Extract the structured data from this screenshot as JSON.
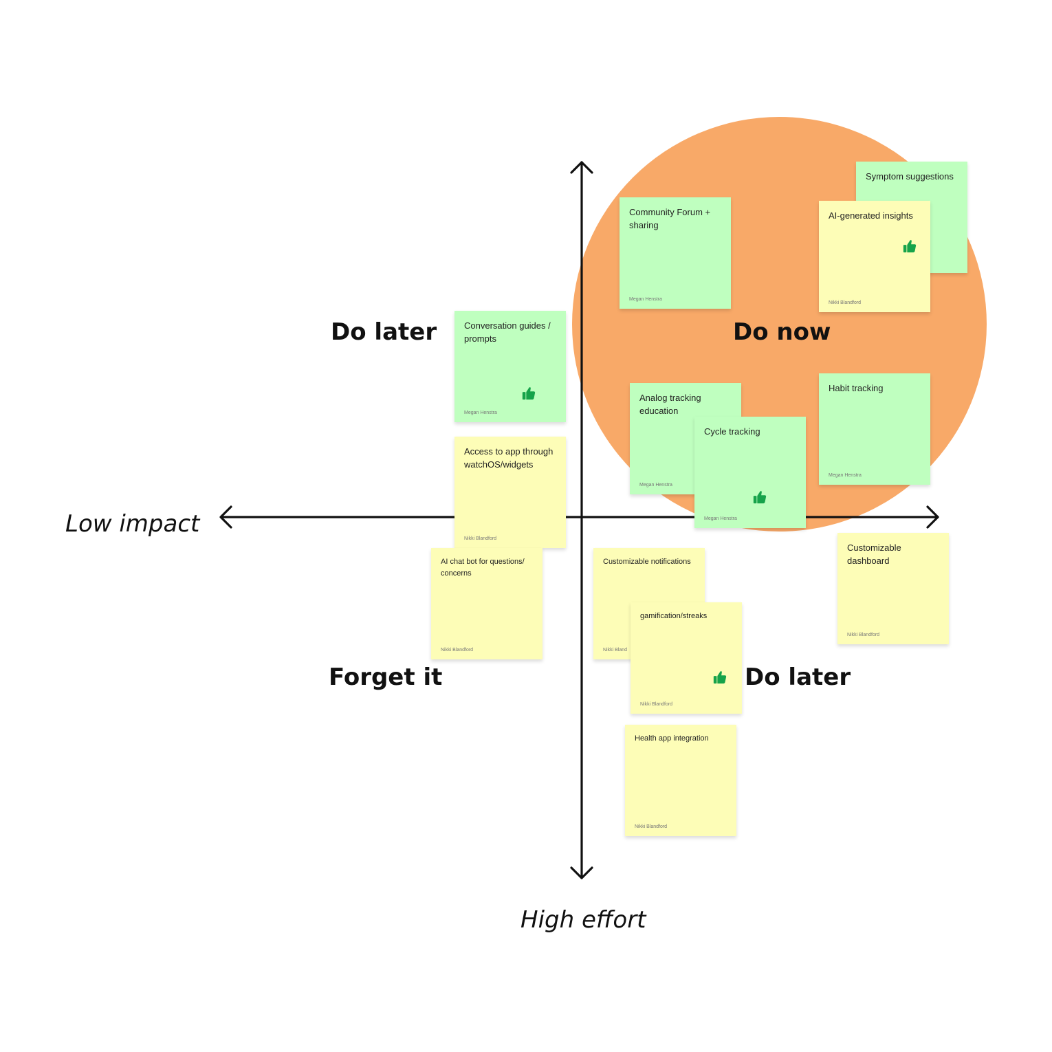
{
  "colors": {
    "circle": "#f8a968",
    "green_note": "#bfffbf",
    "yellow_note": "#fdfdb7",
    "thumb": "#16a34a",
    "axis": "#111111"
  },
  "axes": {
    "x_left_label": "Low impact",
    "y_bottom_label": "High effort"
  },
  "quadrants": {
    "top_left": "Do later",
    "top_right": "Do now",
    "bottom_left": "Forget it",
    "bottom_right": "Do later"
  },
  "notes": {
    "symptom_suggestions": {
      "text": "Symptom suggestions",
      "author": "",
      "color": "green",
      "thumb": false
    },
    "community_forum": {
      "text": "Community Forum + sharing",
      "author": "Megan Henstra",
      "color": "green",
      "thumb": false
    },
    "ai_insights": {
      "text": "AI-generated insights",
      "author": "Nikki Blandford",
      "color": "yellow",
      "thumb": true
    },
    "conversation_guides": {
      "text": "Conversation guides / prompts",
      "author": "Megan Henstra",
      "color": "green",
      "thumb": true
    },
    "analog_tracking": {
      "text": "Analog tracking education",
      "author": "Megan Henstra",
      "color": "green",
      "thumb": false
    },
    "cycle_tracking": {
      "text": "Cycle tracking",
      "author": "Megan Henstra",
      "color": "green",
      "thumb": true
    },
    "habit_tracking": {
      "text": "Habit tracking",
      "author": "Megan Henstra",
      "color": "green",
      "thumb": false
    },
    "watchos": {
      "text": "Access to app through watchOS/widgets",
      "author": "Nikki Blandford",
      "color": "yellow",
      "thumb": false
    },
    "ai_chatbot": {
      "text": "AI chat bot for questions/ concerns",
      "author": "Nikki Blandford",
      "color": "yellow",
      "thumb": false
    },
    "custom_notifications": {
      "text": "Customizable notifications",
      "author": "Nikki Bland",
      "color": "yellow",
      "thumb": false
    },
    "gamification": {
      "text": "gamification/streaks",
      "author": "Nikki Blandford",
      "color": "yellow",
      "thumb": true
    },
    "custom_dashboard": {
      "text": "Customizable dashboard",
      "author": "Nikki Blandford",
      "color": "yellow",
      "thumb": false
    },
    "health_app": {
      "text": "Health app integration",
      "author": "Nikki Blandford",
      "color": "yellow",
      "thumb": false
    }
  }
}
